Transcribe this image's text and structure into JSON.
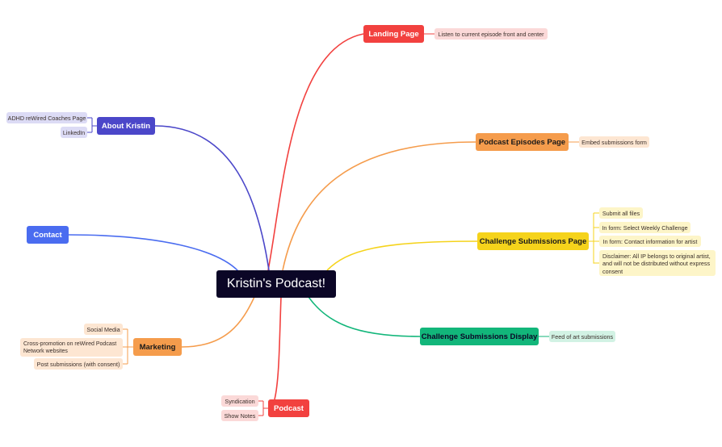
{
  "root": {
    "label": "Kristin's Podcast!"
  },
  "branches": {
    "landing": {
      "label": "Landing Page",
      "color": "#f2413f",
      "text_color": "#ffffff",
      "leaf_bg": "#fbd9d8",
      "leaves": [
        "Listen to current episode front and center"
      ]
    },
    "episodes": {
      "label": "Podcast Episodes Page",
      "color": "#f59c4c",
      "text_color": "#1a1a1a",
      "leaf_bg": "#fde6d2",
      "leaves": [
        "Embed submissions form"
      ]
    },
    "challenge": {
      "label": "Challenge Submissions Page",
      "color": "#f5d31b",
      "text_color": "#1a1a1a",
      "leaf_bg": "#fdf5c8",
      "leaves": [
        "Submit all files",
        "In form: Select Weekly Challenge",
        "In form: Contact information for artist",
        "Disclaimer: All IP belongs to original artist, and will not be distributed without express consent"
      ]
    },
    "display": {
      "label": "Challenge Submissions Display",
      "color": "#12b67a",
      "text_color": "#0b0626",
      "leaf_bg": "#d2f2e4",
      "leaves": [
        "Feed of art submissions"
      ]
    },
    "about": {
      "label": "About Kristin",
      "color": "#4b47c9",
      "text_color": "#ffffff",
      "leaf_bg": "#dcdbf5",
      "leaves": [
        "ADHD reWired Coaches Page",
        "LinkedIn"
      ]
    },
    "contact": {
      "label": "Contact",
      "color": "#4a6cf0",
      "text_color": "#ffffff",
      "leaf_bg": "#dbe2fc",
      "leaves": []
    },
    "marketing": {
      "label": "Marketing",
      "color": "#f59c4c",
      "text_color": "#1a1a1a",
      "leaf_bg": "#fde6d2",
      "leaves": [
        "Social Media",
        "Cross-promotion on reWired Podcast Network websites",
        "Post submissions (with consent)"
      ]
    },
    "podcast": {
      "label": "Podcast",
      "color": "#f2413f",
      "text_color": "#ffffff",
      "leaf_bg": "#fbd9d8",
      "leaves": [
        "Syndication",
        "Show Notes"
      ]
    }
  }
}
